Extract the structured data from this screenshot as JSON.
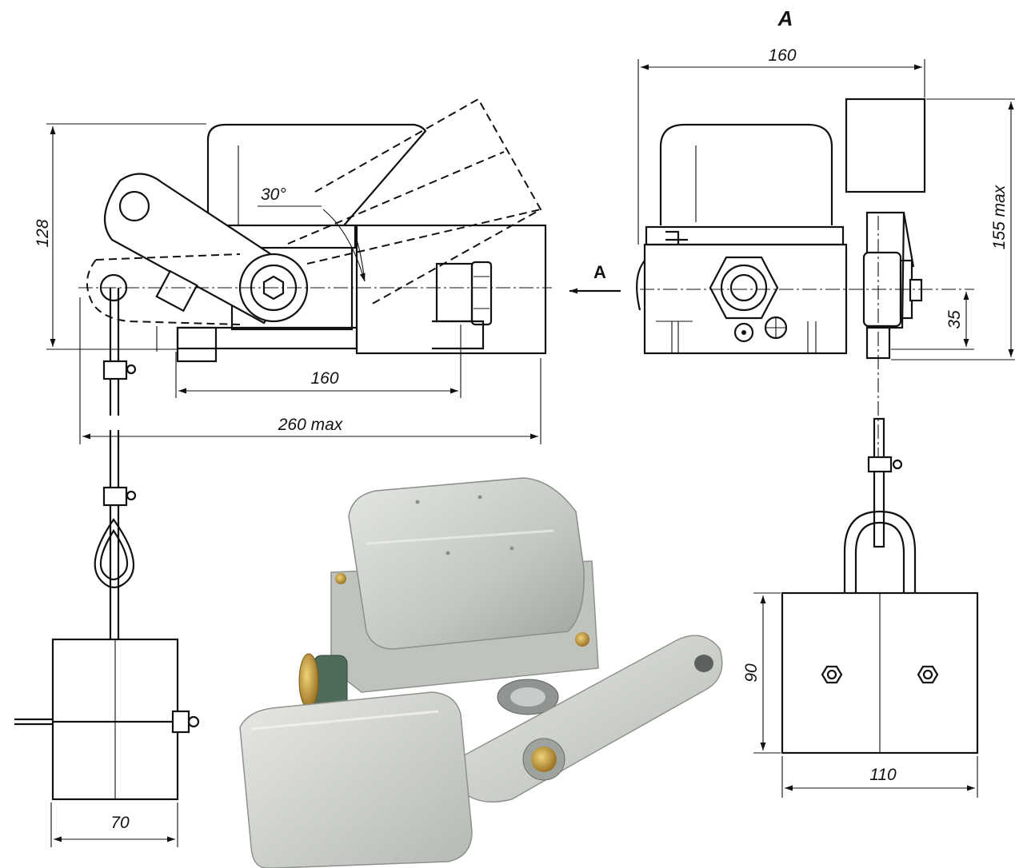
{
  "view_label": "A",
  "view_arrow_label": "A",
  "angle": "30°",
  "dims": {
    "side_height": "128",
    "side_axis_len": "160",
    "side_total_len": "260 max",
    "front_width": "160",
    "front_height": "155 max",
    "front_axis_height": "35",
    "weight_side_width": "70",
    "weight_front_height": "90",
    "weight_front_width": "110"
  },
  "colors": {
    "line": "#111111",
    "photo_cover": "#c9ccc8",
    "photo_lever": "#d6d8d4",
    "photo_brass": "#c79a3a"
  }
}
